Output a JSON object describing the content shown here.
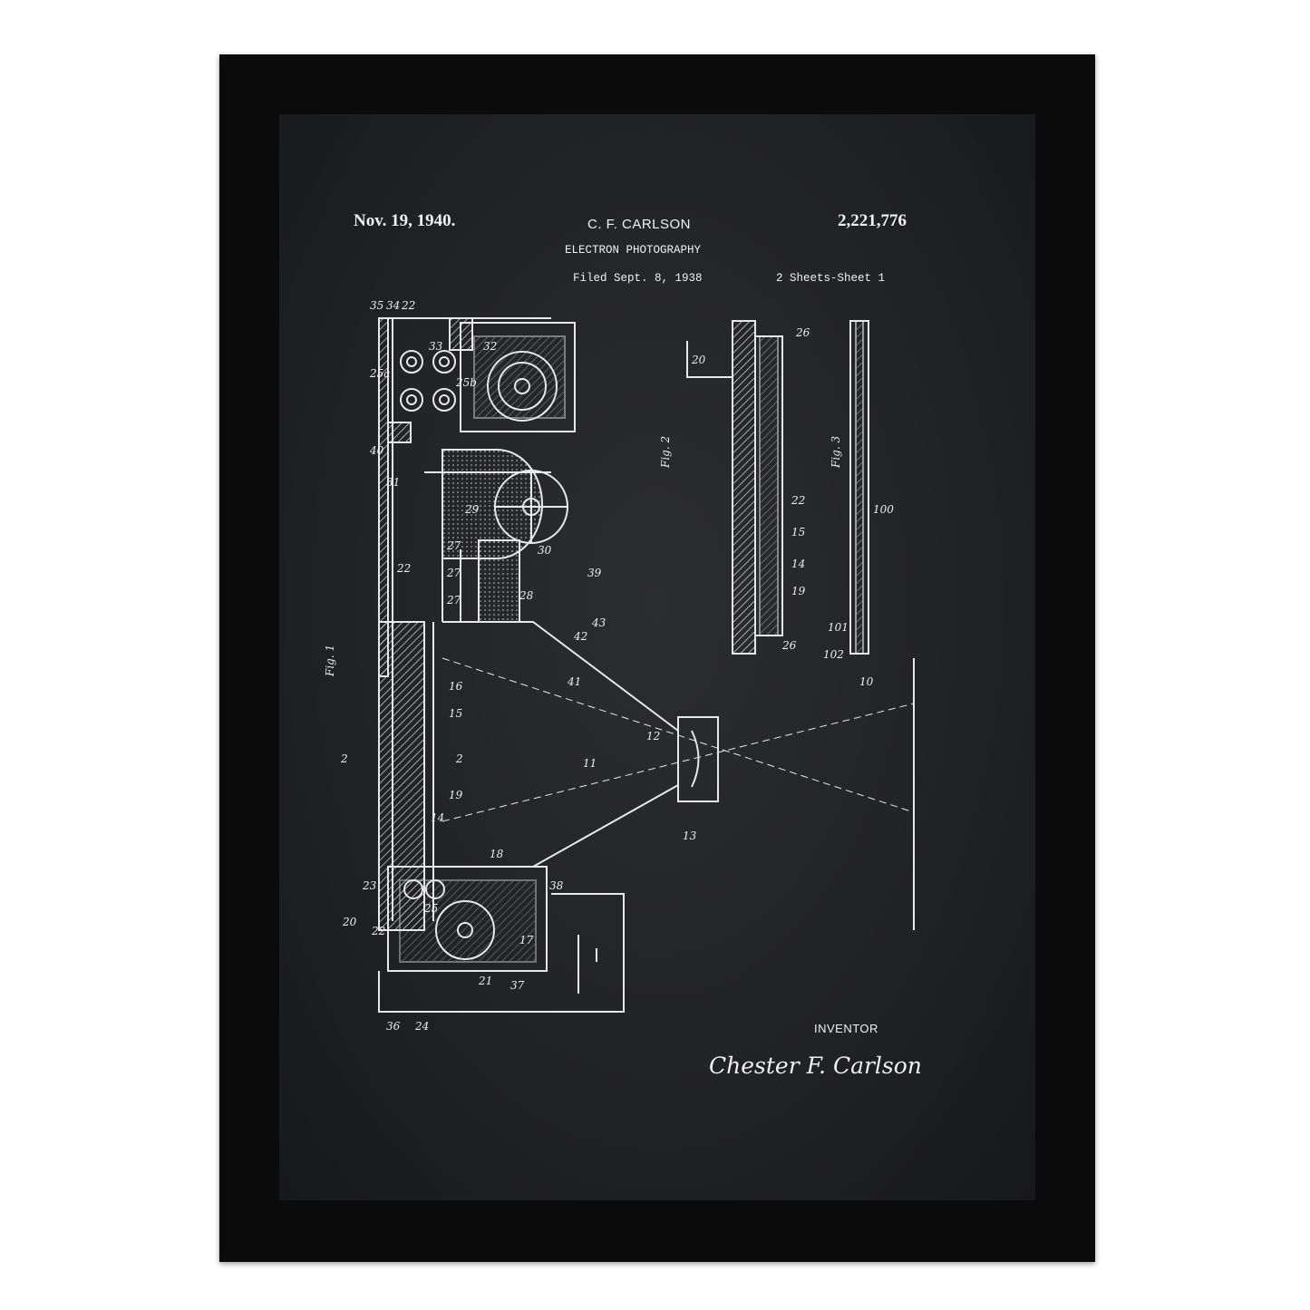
{
  "header": {
    "date": "Nov. 19, 1940.",
    "inventor_name": "C. F. CARLSON",
    "patent_number": "2,221,776",
    "title": "ELECTRON PHOTOGRAPHY",
    "filed": "Filed Sept. 8, 1938",
    "sheets": "2 Sheets-Sheet 1"
  },
  "figures": {
    "fig1": "Fig. 1",
    "fig2": "Fig. 2",
    "fig3": "Fig. 3"
  },
  "labels": [
    "35",
    "34",
    "22",
    "33",
    "32",
    "25a",
    "25b",
    "40",
    "31",
    "29",
    "39",
    "22",
    "27",
    "27",
    "27",
    "28",
    "30",
    "43",
    "42",
    "41",
    "16",
    "15",
    "12",
    "11",
    "10",
    "13",
    "2",
    "2",
    "19",
    "14",
    "18",
    "23",
    "25",
    "22",
    "20",
    "38",
    "17",
    "37",
    "21",
    "36",
    "24",
    "20",
    "26",
    "22",
    "15",
    "14",
    "19",
    "26",
    "100",
    "101",
    "102"
  ],
  "footer": {
    "inventor_label": "INVENTOR",
    "signature": "Chester F. Carlson"
  }
}
